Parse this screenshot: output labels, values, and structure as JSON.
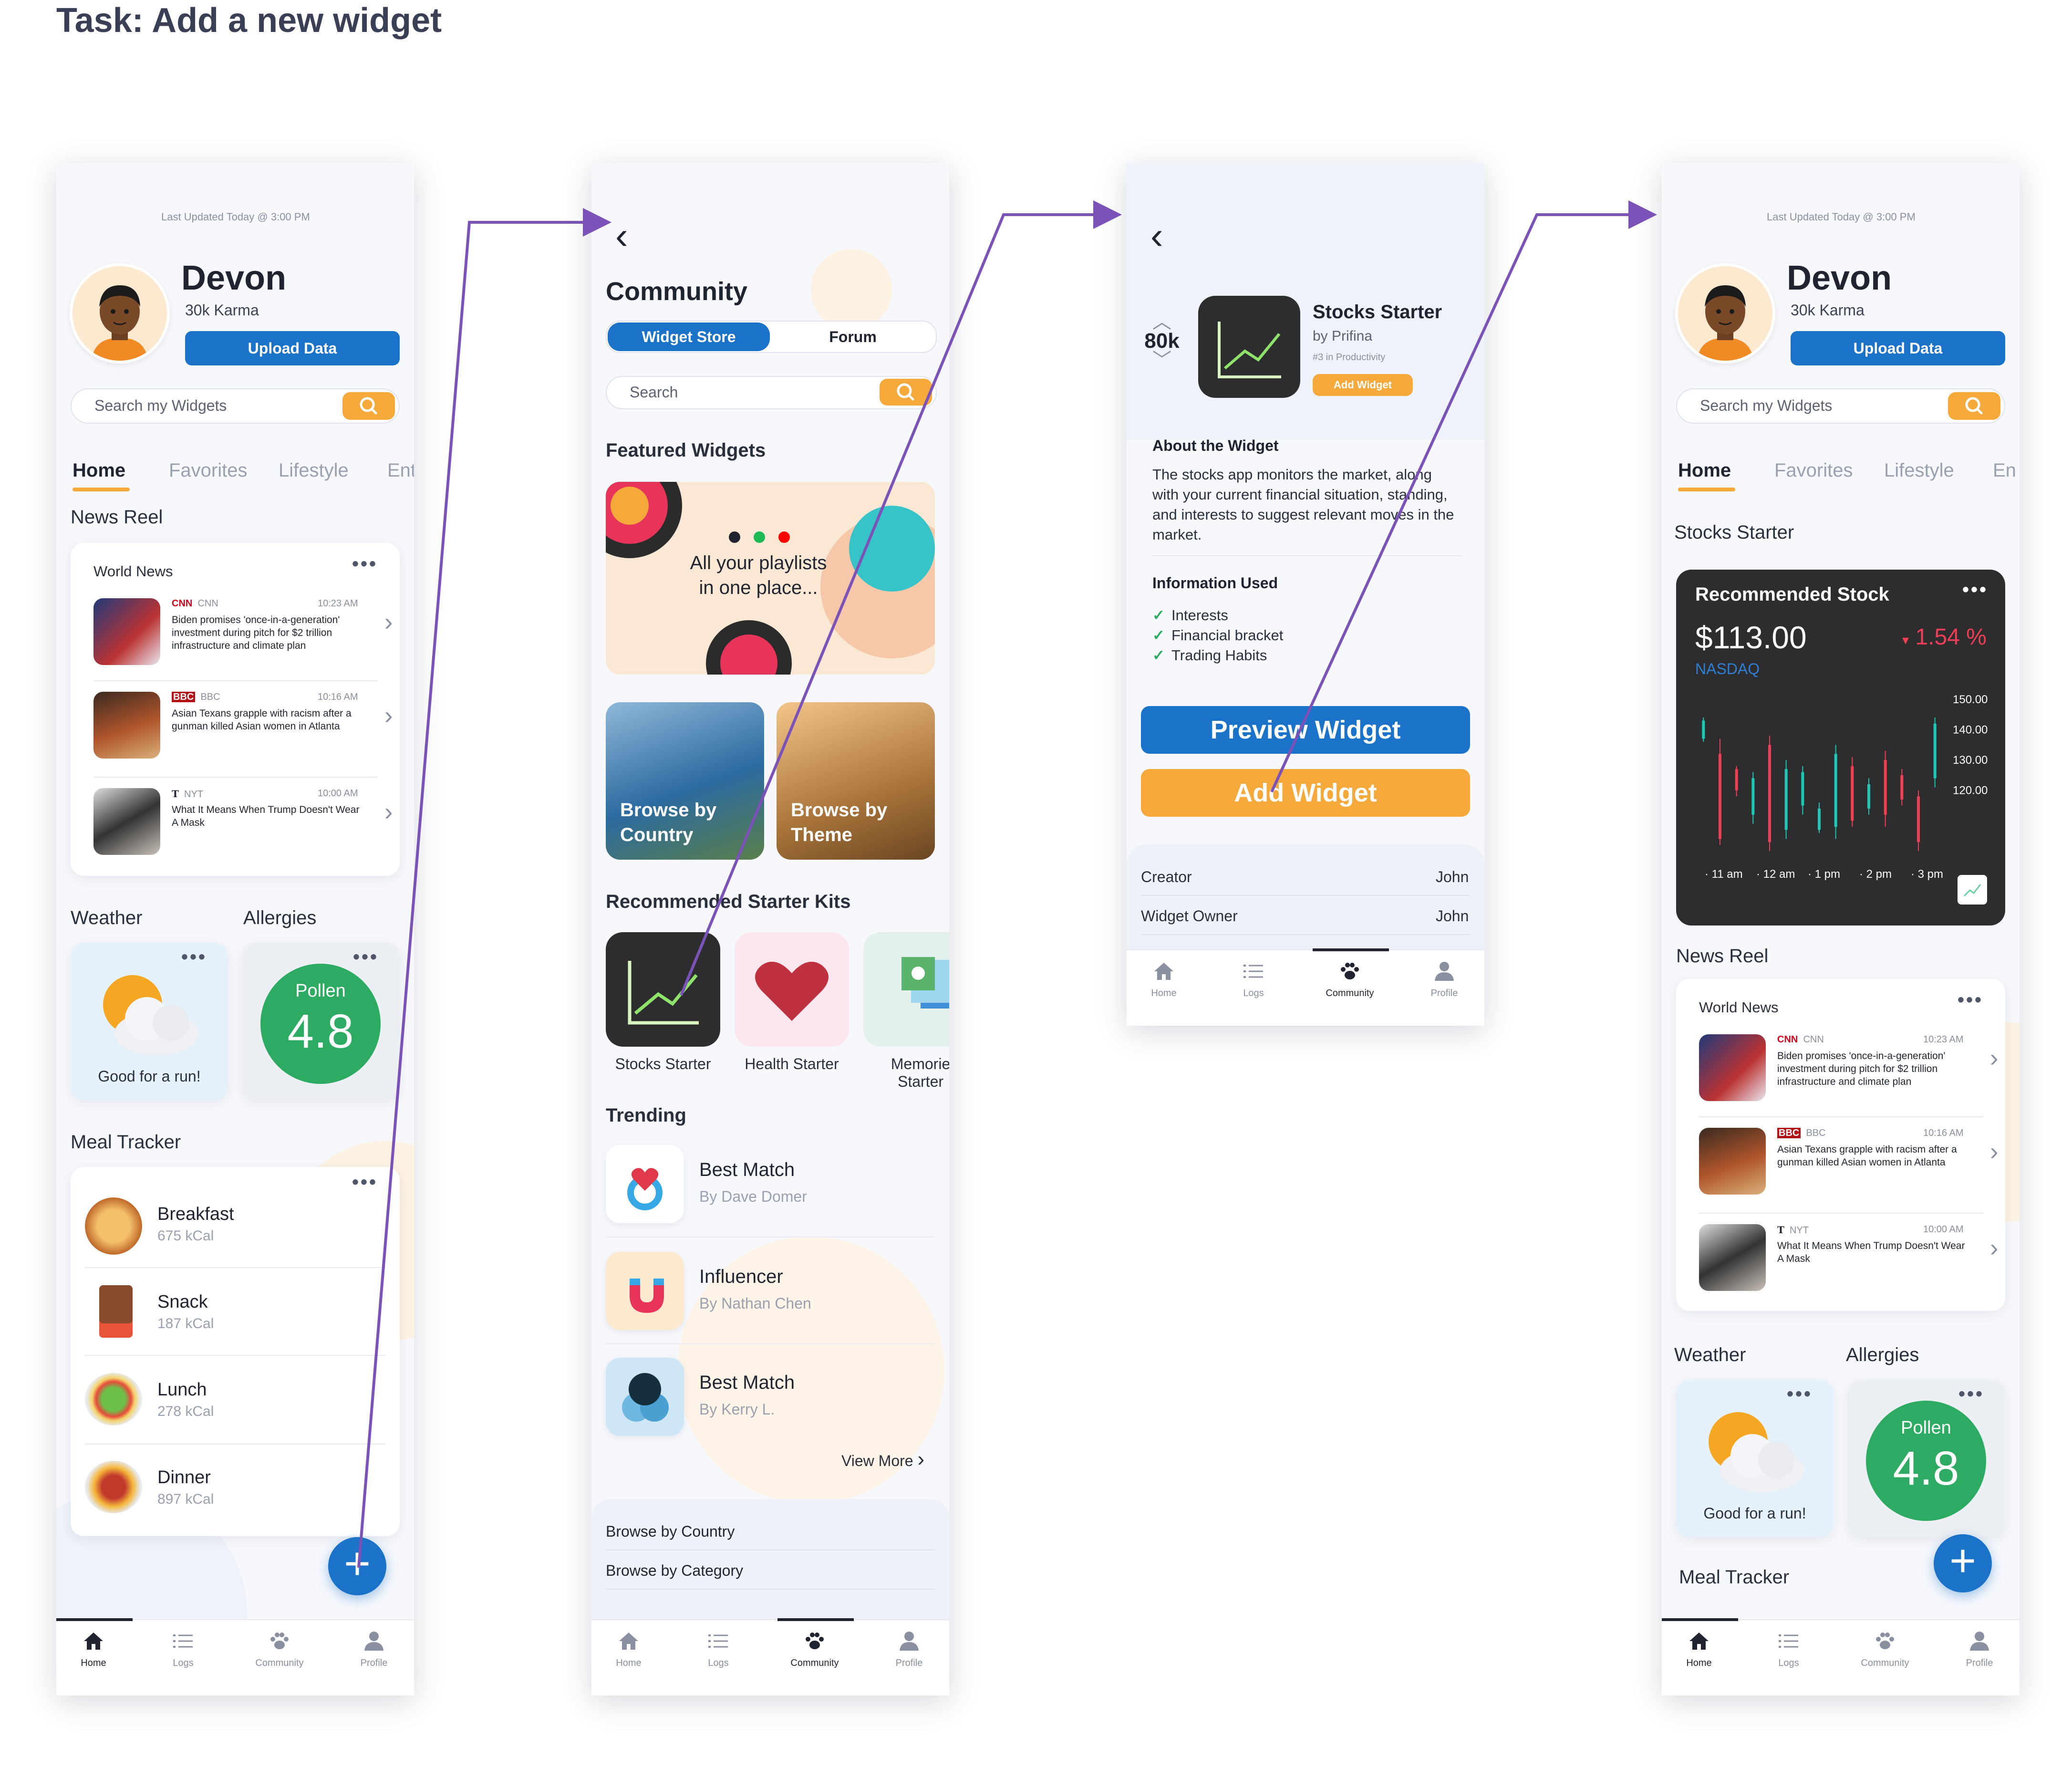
{
  "task_title": "Task: Add a new widget",
  "nav": {
    "home": "Home",
    "logs": "Logs",
    "community": "Community",
    "profile": "Profile"
  },
  "home": {
    "last_updated": "Last Updated Today @ 3:00 PM",
    "user_name": "Devon",
    "karma": "30k Karma",
    "upload_label": "Upload Data",
    "search_placeholder": "Search my Widgets",
    "tabs": [
      "Home",
      "Favorites",
      "Lifestyle",
      "Ent"
    ],
    "tabs4": [
      "Home",
      "Favorites",
      "Lifestyle",
      "En"
    ],
    "news_reel_title": "News Reel",
    "news_card_title": "World News",
    "news": [
      {
        "src": "CNN",
        "time": "10:23 AM",
        "headline": "Biden promises 'once-in-a-generation' investment during pitch for $2 trillion infrastructure and climate plan"
      },
      {
        "src": "BBC",
        "time": "10:16 AM",
        "headline": "Asian Texans grapple with racism after a gunman killed Asian women in Atlanta"
      },
      {
        "src": "NYT",
        "time": "10:00 AM",
        "headline": "What It Means When Trump Doesn't Wear A Mask"
      }
    ],
    "weather_title": "Weather",
    "allergies_title": "Allergies",
    "weather_text": "Good for a run!",
    "pollen_label": "Pollen",
    "pollen_value": "4.8",
    "meal_tracker_title": "Meal Tracker",
    "meals": [
      {
        "name": "Breakfast",
        "kcal": "675 kCal"
      },
      {
        "name": "Snack",
        "kcal": "187 kCal"
      },
      {
        "name": "Lunch",
        "kcal": "278 kCal"
      },
      {
        "name": "Dinner",
        "kcal": "897 kCal"
      }
    ],
    "stocks_starter_title": "Stocks Starter"
  },
  "community": {
    "title": "Community",
    "seg_store": "Widget Store",
    "seg_forum": "Forum",
    "search_placeholder": "Search",
    "featured_title": "Featured Widgets",
    "featured_text_1": "All your playlists",
    "featured_text_2": "in one place...",
    "browse_country_1": "Browse by",
    "browse_country_2": "Country",
    "browse_theme_1": "Browse by",
    "browse_theme_2": "Theme",
    "kits_title": "Recommended Starter Kits",
    "kits": [
      "Stocks Starter",
      "Health Starter",
      "Memories Starter"
    ],
    "kit3_line1": "Memorie",
    "kit3_line2": "Starter",
    "trending_title": "Trending",
    "trending": [
      {
        "title": "Best Match",
        "by": "By Dave Domer"
      },
      {
        "title": "Influencer",
        "by": "By Nathan Chen"
      },
      {
        "title": "Best Match",
        "by": "By Kerry L."
      }
    ],
    "view_more": "View More",
    "browse_links": [
      "Browse by Country",
      "Browse by Category"
    ]
  },
  "detail": {
    "votes": "80k",
    "title": "Stocks Starter",
    "by": "by Prifina",
    "rank": "#3 in Productivity",
    "add_small": "Add Widget",
    "about_title": "About the Widget",
    "about_text": "The stocks app monitors the market, along with your current financial situation, standing, and interests to suggest relevant moves in the market.",
    "info_title": "Information Used",
    "info_items": [
      "Interests",
      "Financial bracket",
      "Trading Habits"
    ],
    "preview_label": "Preview Widget",
    "add_label": "Add Widget",
    "creator_label": "Creator",
    "creator_value": "John",
    "owner_label": "Widget Owner",
    "owner_value": "John"
  },
  "stock_widget": {
    "title": "Recommended Stock",
    "price": "$113.00",
    "change": "1.54 %",
    "exchange": "NASDAQ",
    "y_ticks": [
      "150.00",
      "140.00",
      "130.00",
      "120.00"
    ],
    "x_ticks": [
      "11 am",
      "12 am",
      "1 pm",
      "2 pm",
      "3 pm"
    ]
  },
  "chart_data": {
    "type": "candlestick",
    "title": "Recommended Stock",
    "x_ticks": [
      "11 am",
      "12 am",
      "1 pm",
      "2 pm",
      "3 pm"
    ],
    "y_ticks": [
      150,
      140,
      130,
      120
    ],
    "colors": {
      "up": "#1fc7b6",
      "down": "#f03e55"
    },
    "candles": [
      {
        "dir": "up",
        "high": 144,
        "low": 136,
        "open": 137,
        "close": 143
      },
      {
        "dir": "down",
        "high": 137,
        "low": 102,
        "open": 132,
        "close": 104
      },
      {
        "dir": "down",
        "high": 128,
        "low": 118,
        "open": 127,
        "close": 120
      },
      {
        "dir": "up",
        "high": 126,
        "low": 109,
        "open": 112,
        "close": 124
      },
      {
        "dir": "down",
        "high": 138,
        "low": 100,
        "open": 135,
        "close": 103
      },
      {
        "dir": "up",
        "high": 130,
        "low": 104,
        "open": 107,
        "close": 127
      },
      {
        "dir": "up",
        "high": 128,
        "low": 112,
        "open": 115,
        "close": 126
      },
      {
        "dir": "up",
        "high": 116,
        "low": 106,
        "open": 107,
        "close": 114
      },
      {
        "dir": "up",
        "high": 135,
        "low": 104,
        "open": 108,
        "close": 132
      },
      {
        "dir": "down",
        "high": 131,
        "low": 108,
        "open": 128,
        "close": 110
      },
      {
        "dir": "up",
        "high": 124,
        "low": 112,
        "open": 114,
        "close": 122
      },
      {
        "dir": "down",
        "high": 133,
        "low": 108,
        "open": 130,
        "close": 112
      },
      {
        "dir": "down",
        "high": 127,
        "low": 115,
        "open": 125,
        "close": 117
      },
      {
        "dir": "down",
        "high": 120,
        "low": 100,
        "open": 118,
        "close": 103
      },
      {
        "dir": "up",
        "high": 144,
        "low": 121,
        "open": 124,
        "close": 142
      }
    ]
  },
  "colors": {
    "primary": "#1b72c9",
    "accent": "#f6a93b",
    "pollen": "#2eab62",
    "arrow": "#7a52b8"
  }
}
